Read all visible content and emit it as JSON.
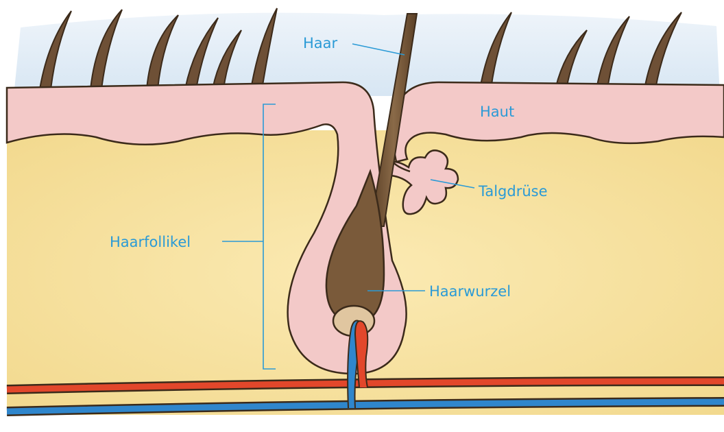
{
  "labels": {
    "haar": "Haar",
    "haut": "Haut",
    "talgdruese": "Talgdrüse",
    "haarfollikel": "Haarfollikel",
    "haarwurzel": "Haarwurzel"
  },
  "colors": {
    "label": "#2a9ad6",
    "sky": "#dde9f4",
    "skin": "#f3c9c8",
    "fat": "#f6e2a0",
    "hair": "#6b4f33",
    "artery": "#e2472b",
    "vein": "#2f86cc"
  }
}
